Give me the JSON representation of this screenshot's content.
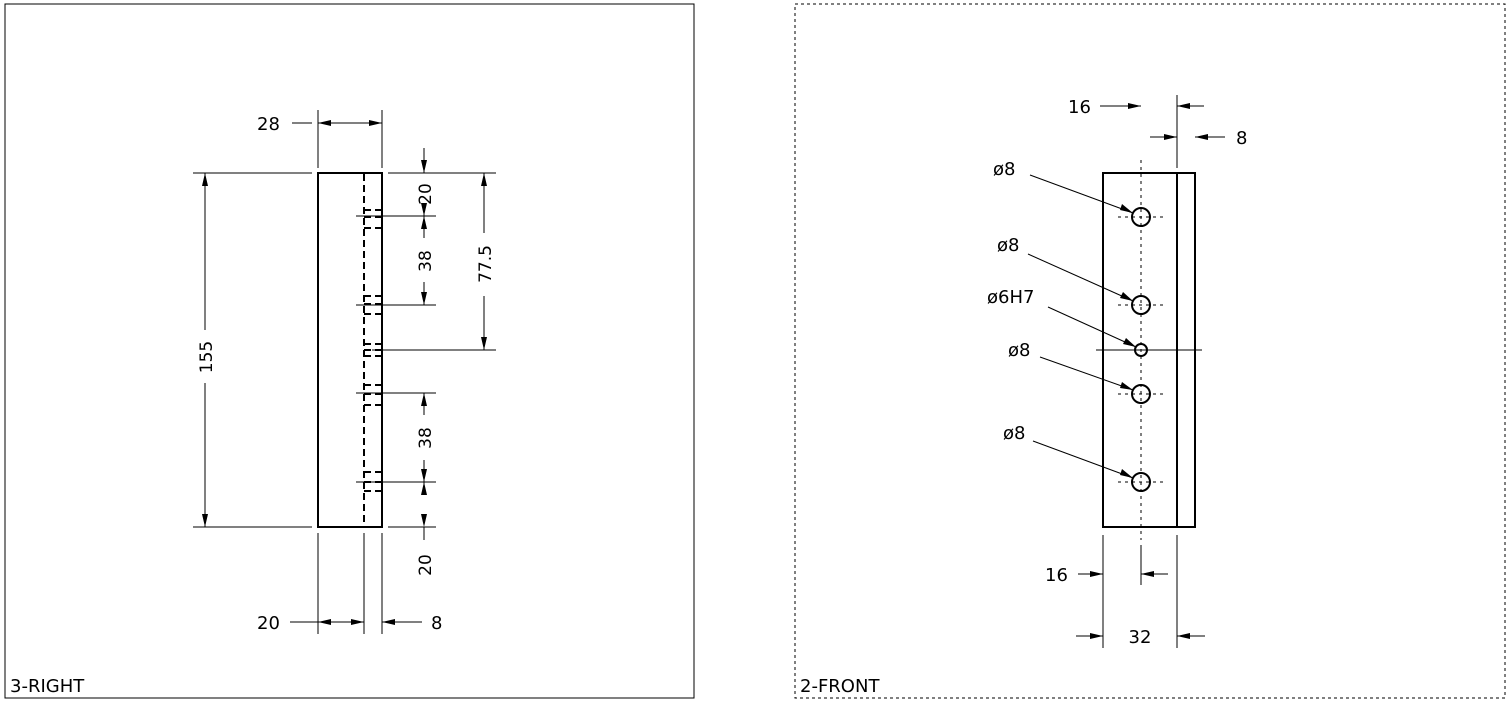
{
  "views": [
    {
      "label": "3-RIGHT",
      "border_style": "solid",
      "dimensions": {
        "top_width": "28",
        "overall_height": "155",
        "top_offset": "20",
        "upper_spacing": "38",
        "center_height": "77.5",
        "lower_spacing": "38",
        "bottom_offset": "20",
        "bottom_left_width": "20",
        "bottom_right_width": "8"
      }
    },
    {
      "label": "2-FRONT",
      "border_style": "dashed",
      "dimensions": {
        "top_left_offset": "16",
        "top_right_width": "8",
        "bottom_offset": "16",
        "overall_width": "32"
      },
      "hole_callouts": [
        "ø8",
        "ø8",
        "ø6H7",
        "ø8",
        "ø8"
      ]
    }
  ]
}
